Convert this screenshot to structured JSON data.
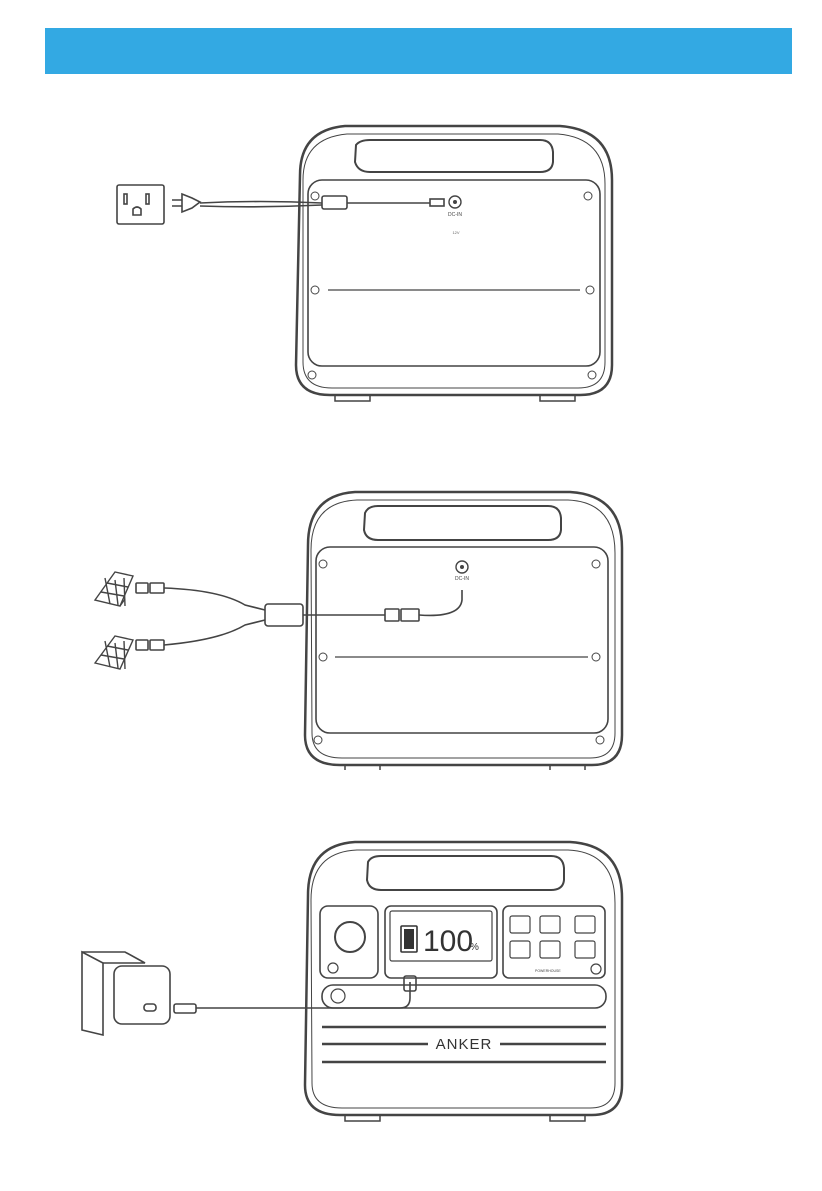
{
  "banner": {
    "color": "#33a9e3",
    "text": ""
  },
  "figure_ac": {
    "port_label": "DC-IN",
    "small_label": "12V"
  },
  "figure_solar": {
    "port_label": "DC-IN"
  },
  "figure_usbc": {
    "battery_percent": "100",
    "percent_sign": "%",
    "brand": "ANKER",
    "brand_small": "POWERHOUSE",
    "soc_level": 1.0
  },
  "colors": {
    "line": "#4a4a4a",
    "light": "#e8e8e8",
    "banner": "#33a9e3"
  }
}
